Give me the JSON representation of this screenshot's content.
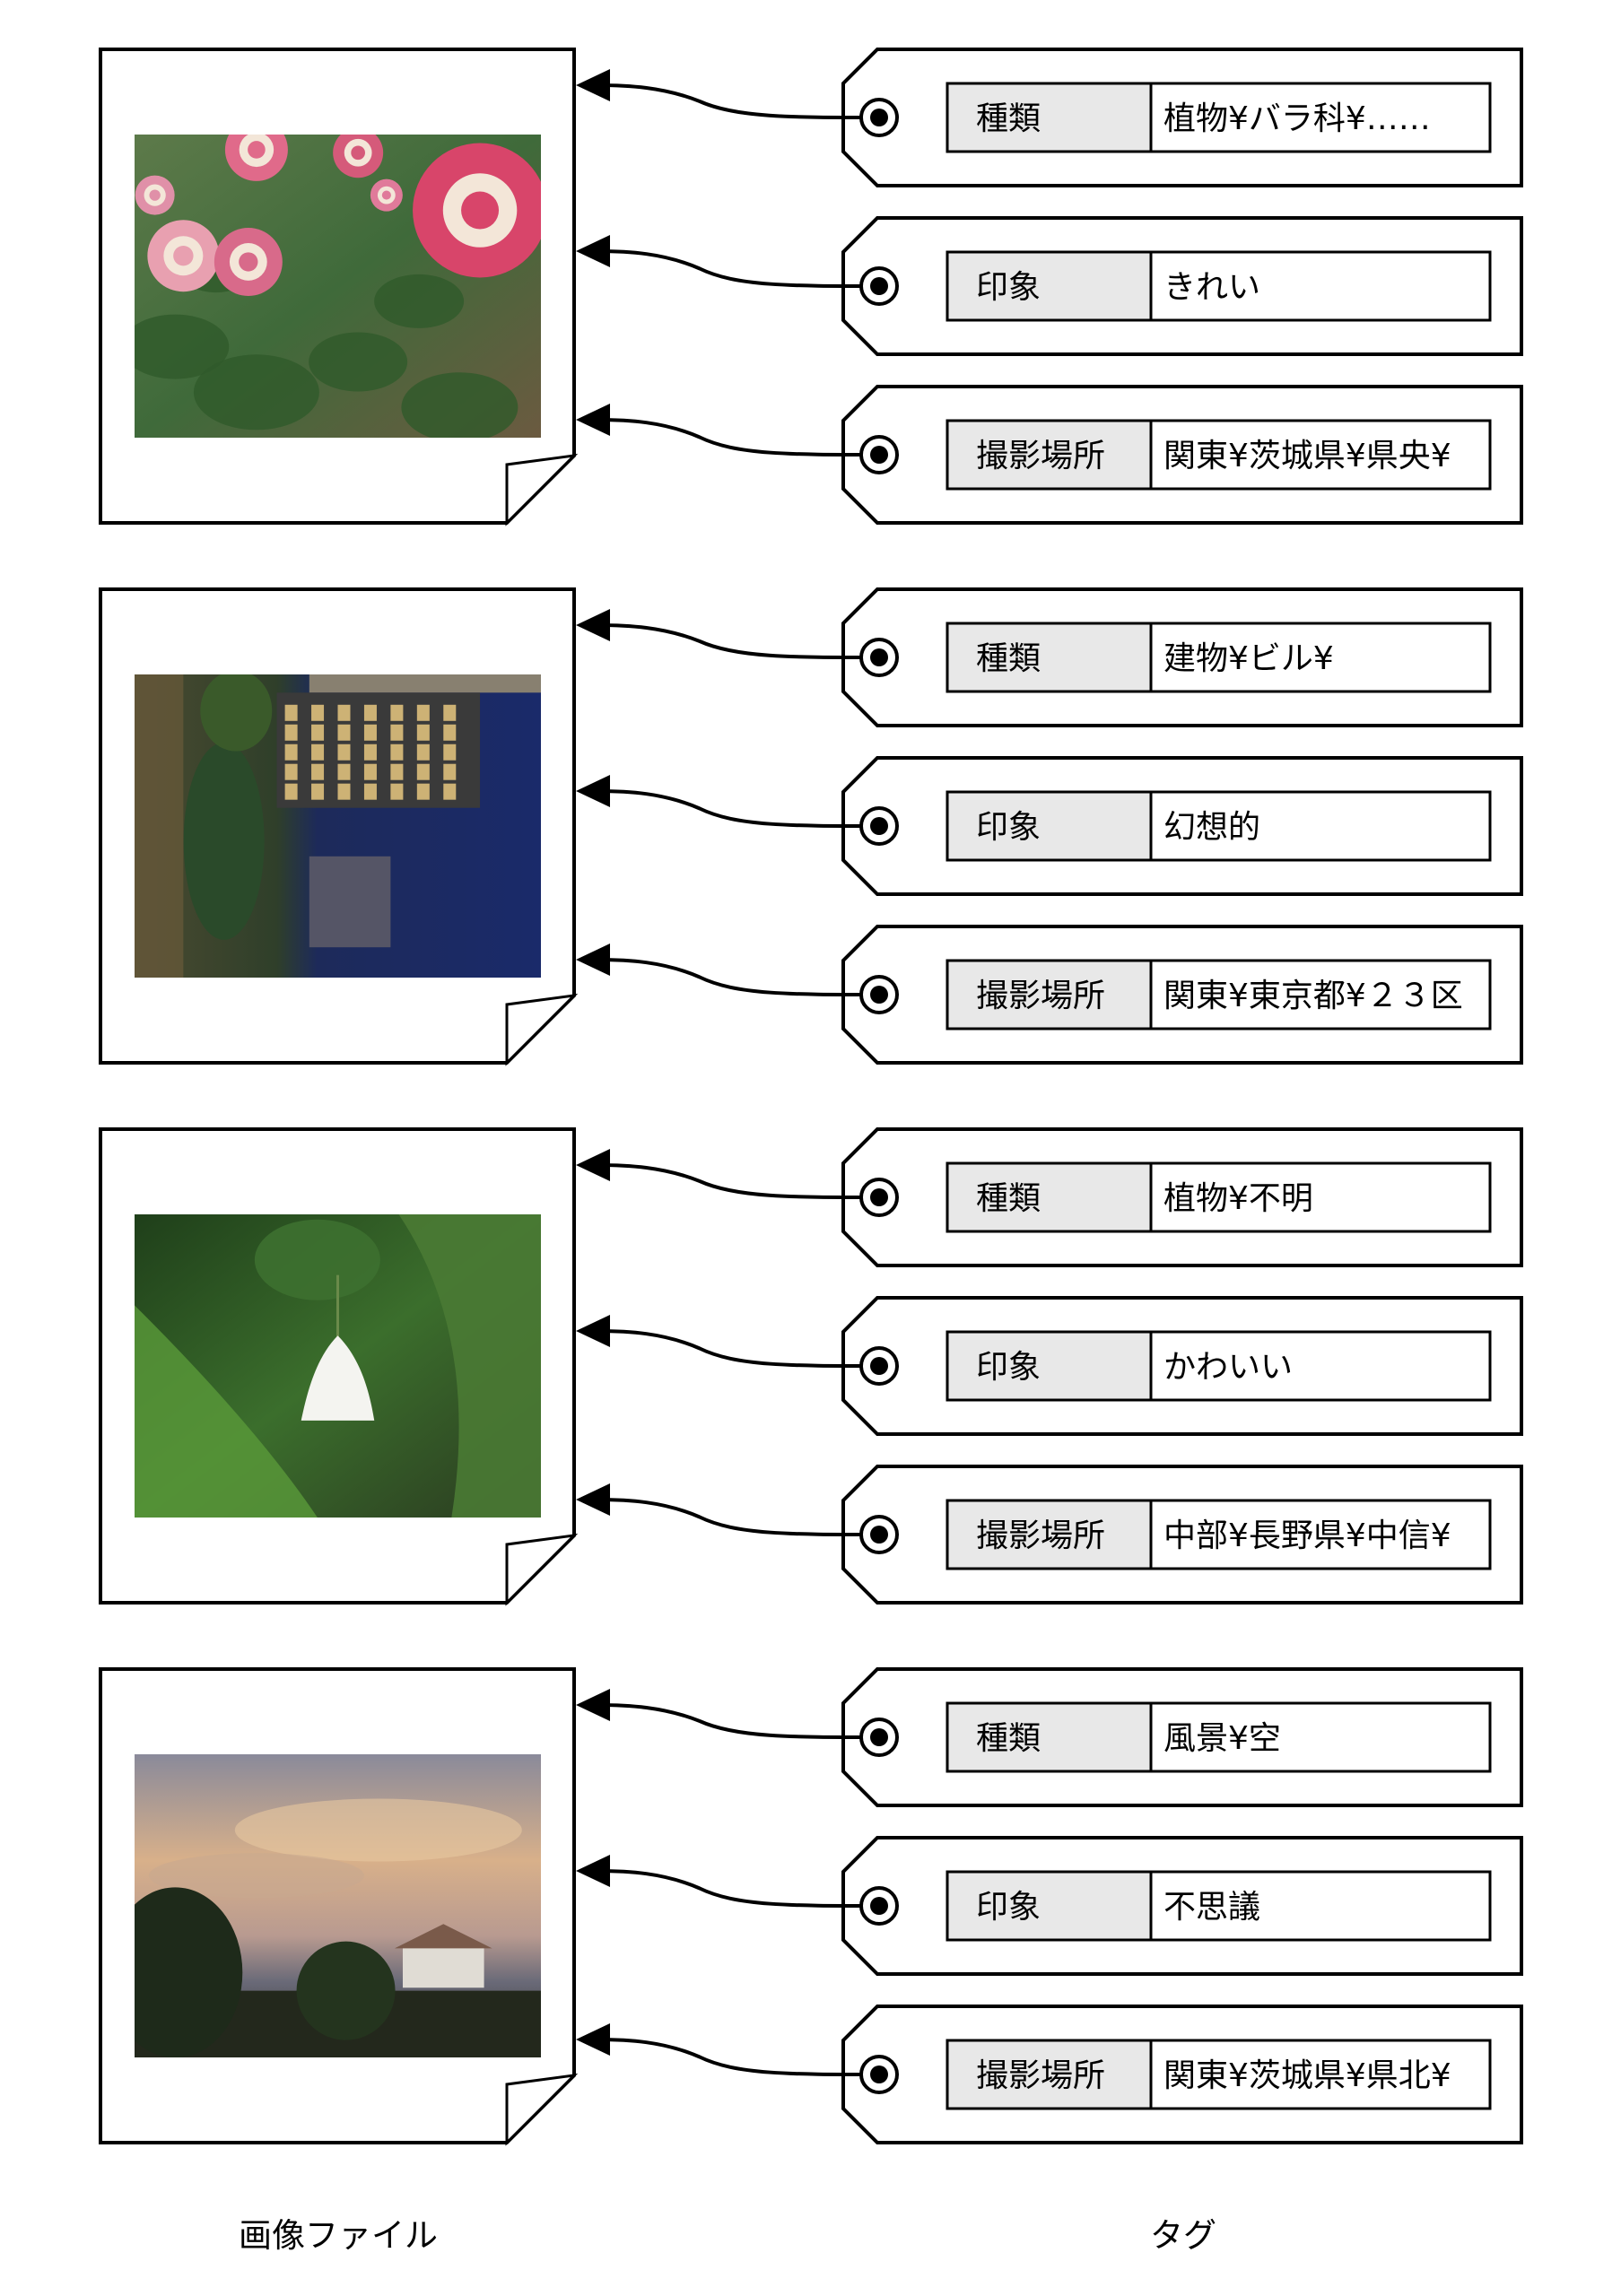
{
  "captions": {
    "image_files": "画像ファイル",
    "tags": "タグ"
  },
  "groups": [
    {
      "photo": {
        "subject": "pink-white-roses"
      },
      "tags": [
        {
          "key": "種類",
          "value": "植物¥バラ科¥……"
        },
        {
          "key": "印象",
          "value": "きれい"
        },
        {
          "key": "撮影場所",
          "value": "関東¥茨城県¥県央¥"
        }
      ]
    },
    {
      "photo": {
        "subject": "night-buildings-rotated"
      },
      "tags": [
        {
          "key": "種類",
          "value": "建物¥ビル¥"
        },
        {
          "key": "印象",
          "value": "幻想的"
        },
        {
          "key": "撮影場所",
          "value": "関東¥東京都¥２３区"
        }
      ]
    },
    {
      "photo": {
        "subject": "white-bellflower"
      },
      "tags": [
        {
          "key": "種類",
          "value": "植物¥不明"
        },
        {
          "key": "印象",
          "value": "かわいい"
        },
        {
          "key": "撮影場所",
          "value": "中部¥長野県¥中信¥"
        }
      ]
    },
    {
      "photo": {
        "subject": "sunset-sky-house"
      },
      "tags": [
        {
          "key": "種類",
          "value": "風景¥空"
        },
        {
          "key": "印象",
          "value": "不思議"
        },
        {
          "key": "撮影場所",
          "value": "関東¥茨城県¥県北¥"
        }
      ]
    }
  ],
  "colors": {
    "line": "#000000",
    "key_fill": "#e8e8e8",
    "background": "#ffffff"
  }
}
